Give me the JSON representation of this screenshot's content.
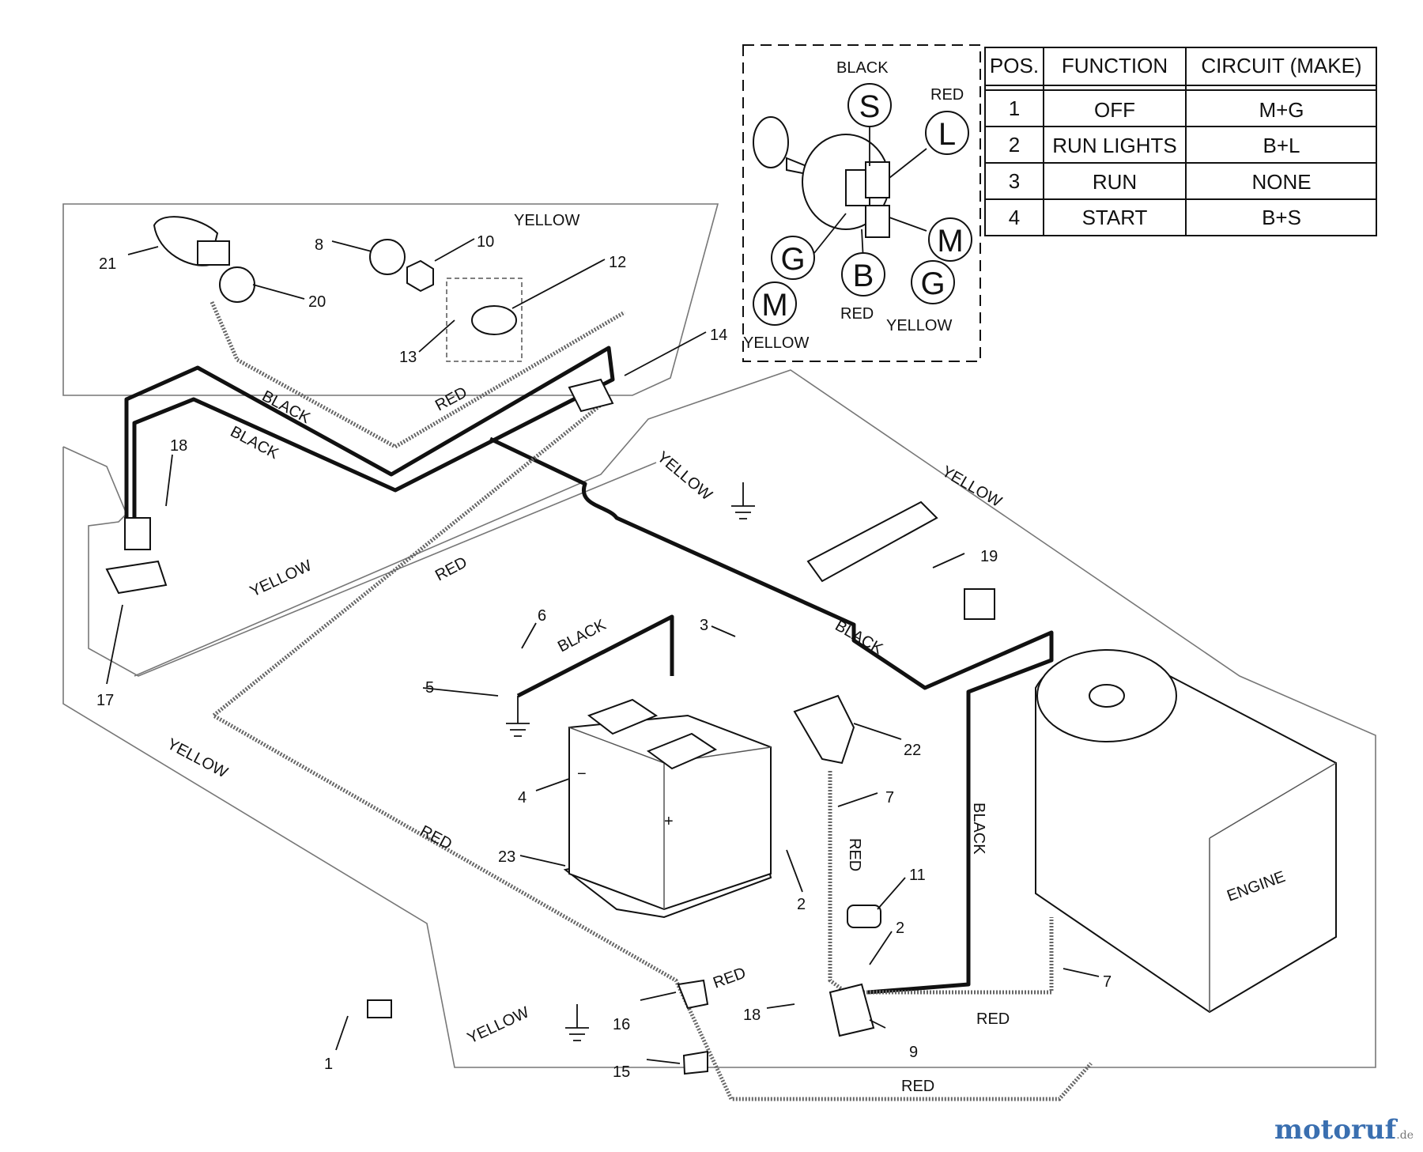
{
  "switch_detail": {
    "terminals": [
      {
        "letter": "S",
        "wire": "BLACK"
      },
      {
        "letter": "L",
        "wire": "RED"
      },
      {
        "letter": "M",
        "wire": ""
      },
      {
        "letter": "G",
        "wire": "YELLOW"
      },
      {
        "letter": "B",
        "wire": "RED"
      },
      {
        "letter": "G",
        "wire": ""
      },
      {
        "letter": "M",
        "wire": "YELLOW"
      }
    ]
  },
  "table": {
    "headers": [
      "POS.",
      "FUNCTION",
      "CIRCUIT  (MAKE)"
    ],
    "rows": [
      [
        "1",
        "OFF",
        "M+G"
      ],
      [
        "2",
        "RUN LIGHTS",
        "B+L"
      ],
      [
        "3",
        "RUN",
        "NONE"
      ],
      [
        "4",
        "START",
        "B+S"
      ]
    ]
  },
  "wire_labels": {
    "yellow": "YELLOW",
    "black": "BLACK",
    "red": "RED"
  },
  "engine_label": "ENGINE",
  "part_numbers": [
    "1",
    "2",
    "3",
    "4",
    "5",
    "6",
    "7",
    "8",
    "9",
    "10",
    "11",
    "12",
    "13",
    "14",
    "15",
    "16",
    "17",
    "18",
    "19",
    "20",
    "21",
    "22",
    "23"
  ],
  "battery_signs": {
    "minus": "−",
    "plus": "+"
  },
  "watermark": {
    "name": "motoruf",
    "suffix": ".de"
  }
}
